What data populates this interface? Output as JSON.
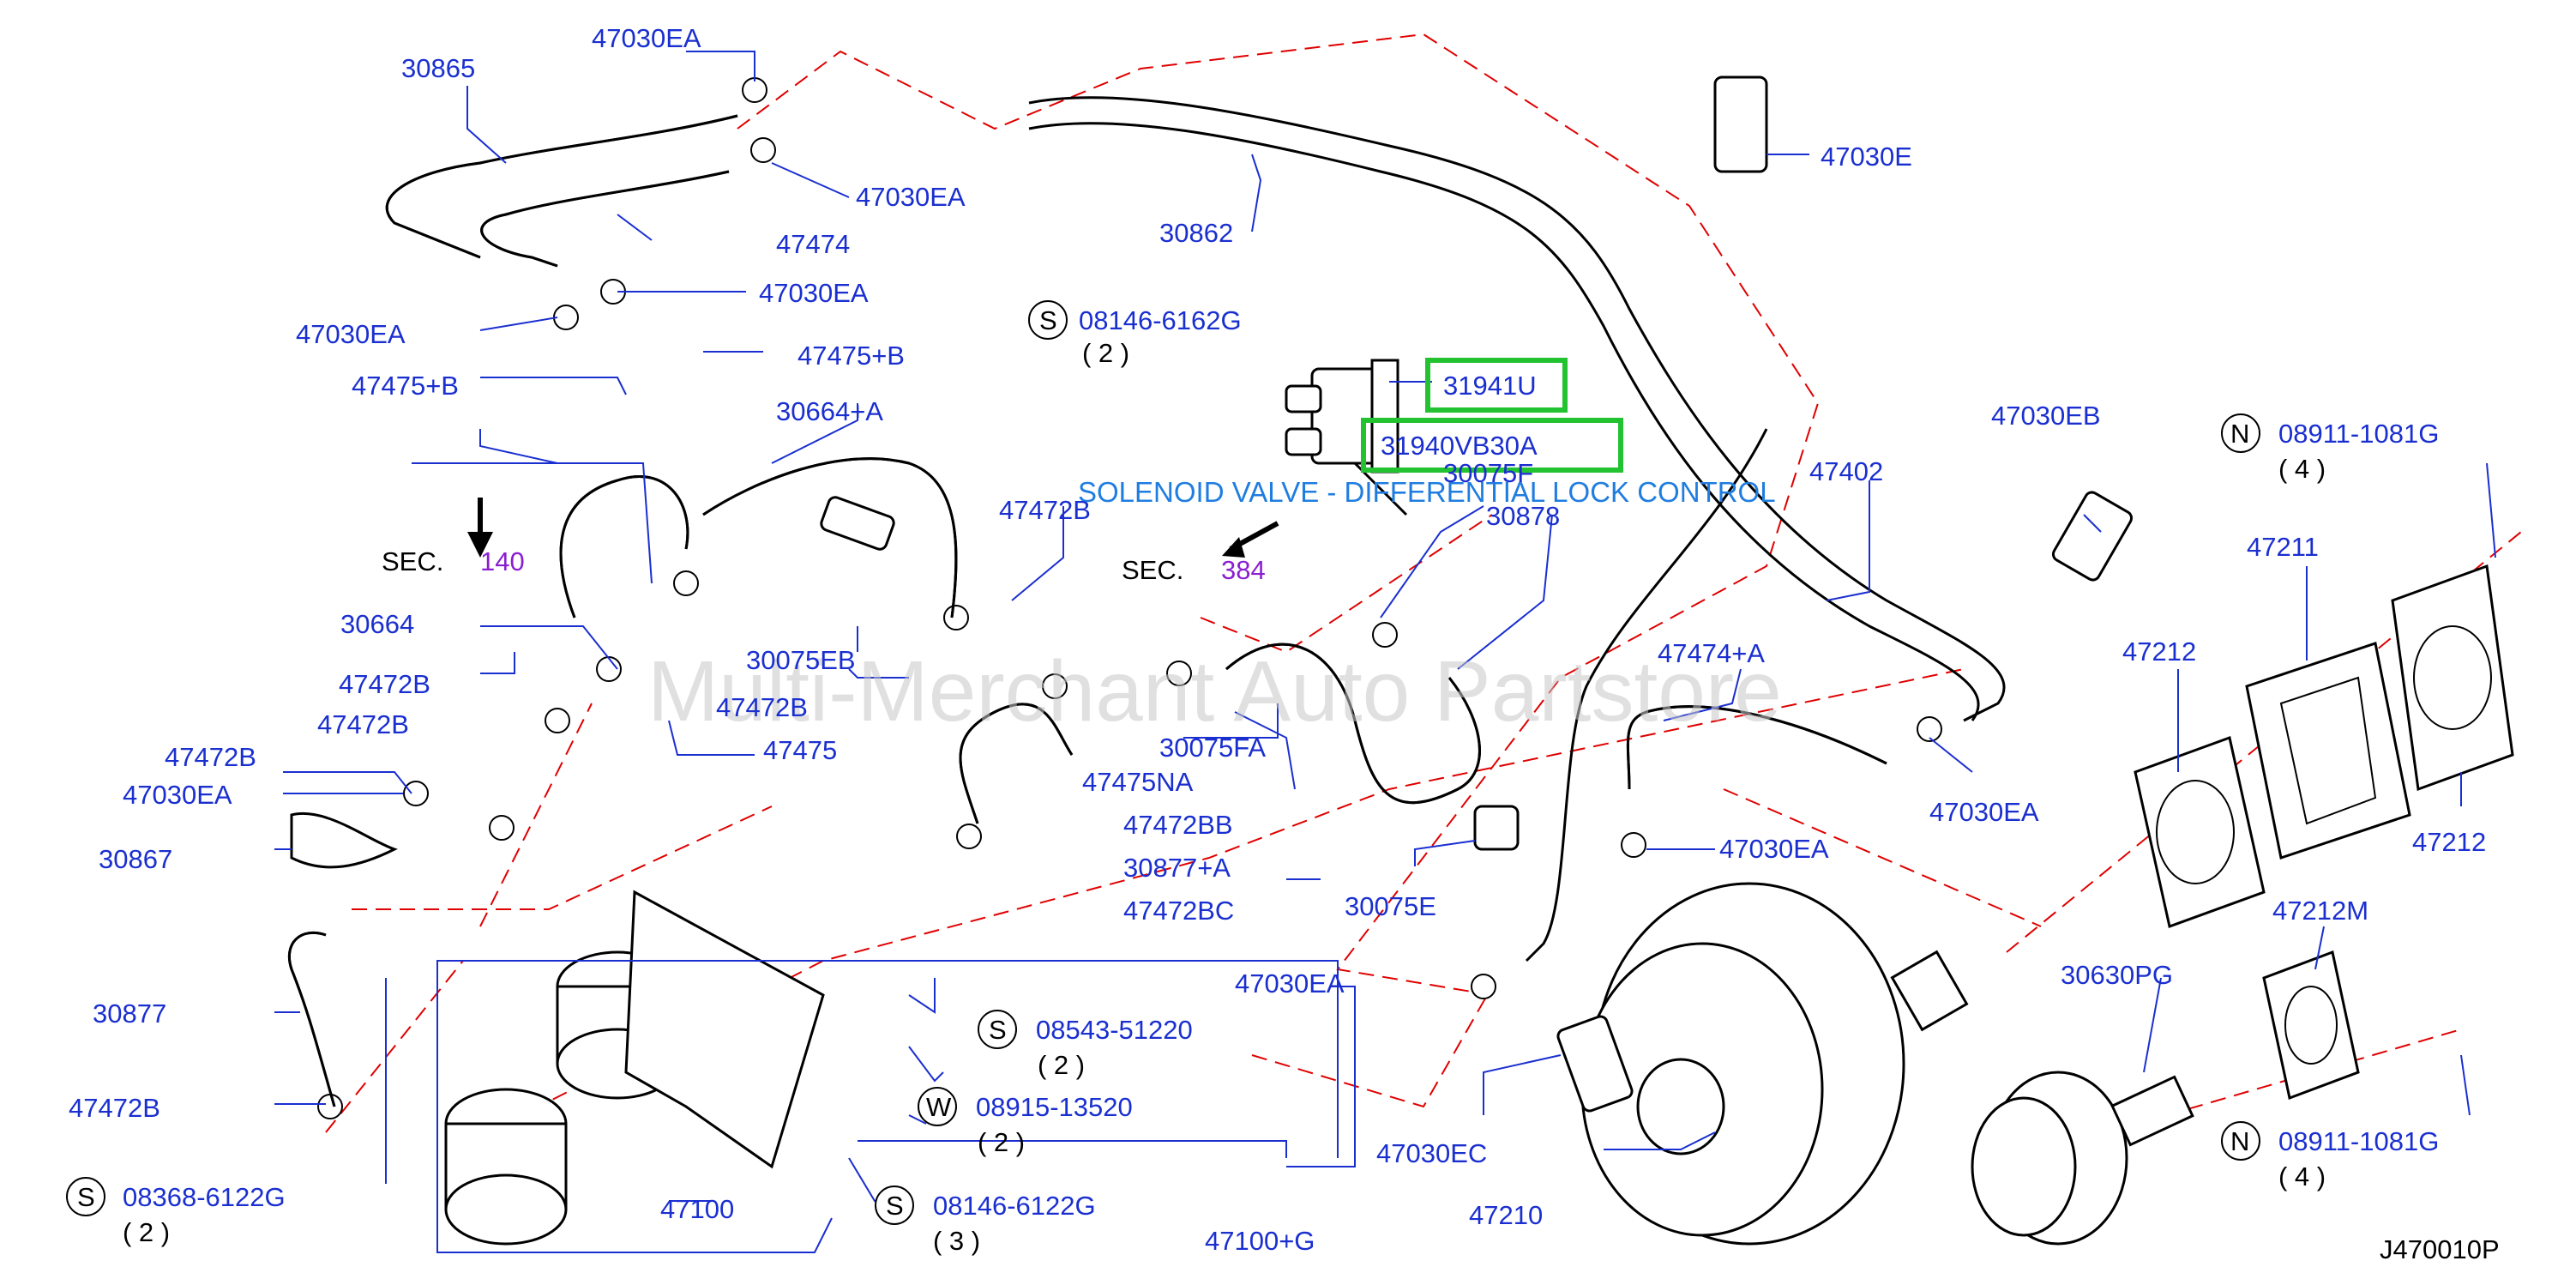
{
  "watermark": "Multi-Merchant Auto Partstore",
  "diagram_code": "J470010P",
  "highlight": {
    "part1": "31941U",
    "part2": "31940VB30A",
    "caption": "SOLENOID VALVE - DIFFERENTIAL LOCK CONTROL"
  },
  "sections": {
    "sec140_prefix": "SEC.",
    "sec140_num": "140",
    "sec384_prefix": "SEC.",
    "sec384_num": "384"
  },
  "labels": {
    "p30865": "30865",
    "p47030EA_1": "47030EA",
    "p47030EA_2": "47030EA",
    "p47474": "47474",
    "p47030EA_3": "47030EA",
    "p47030EA_4": "47030EA",
    "p47475B_1": "47475+B",
    "p47475B_2": "47475+B",
    "p30664A": "30664+A",
    "p30664": "30664",
    "p47472B_1": "47472B",
    "p47472B_2": "47472B",
    "p47472B_3": "47472B",
    "p47472B_4": "47472B",
    "p47472B_5": "47472B",
    "p47472B_6": "47472B",
    "p47030EA_5": "47030EA",
    "p30867": "30867",
    "p30877": "30877",
    "p47475": "47475",
    "p30075EB": "30075EB",
    "p30862": "30862",
    "p47030E": "47030E",
    "p30075F": "30075F",
    "p30878": "30878",
    "p30075FA": "30075FA",
    "p47475NA": "47475NA",
    "p47472BB": "47472BB",
    "p30877A": "30877+A",
    "p47472BC": "47472BC",
    "p30075E": "30075E",
    "p47030EB": "47030EB",
    "p47402": "47402",
    "p47474A": "47474+A",
    "p47030EA_6": "47030EA",
    "p47030EA_7": "47030EA",
    "p47030EA_8": "47030EA",
    "p47100": "47100",
    "p47100G": "47100+G",
    "p47030EC": "47030EC",
    "p47210": "47210",
    "p47211": "47211",
    "p47212_1": "47212",
    "p47212_2": "47212",
    "p47212M": "47212M",
    "p30630PG": "30630PG"
  },
  "fasteners": [
    {
      "sym": "S",
      "num": "08146-6162G",
      "qty": "( 2 )"
    },
    {
      "sym": "S",
      "num": "08543-51220",
      "qty": "( 2 )"
    },
    {
      "sym": "W",
      "num": "08915-13520",
      "qty": "( 2 )"
    },
    {
      "sym": "S",
      "num": "08146-6122G",
      "qty": "( 3 )"
    },
    {
      "sym": "S",
      "num": "08368-6122G",
      "qty": "( 2 )"
    },
    {
      "sym": "N",
      "num": "08911-1081G",
      "qty": "( 4 )"
    },
    {
      "sym": "N",
      "num": "08911-1081G",
      "qty": "( 4 )"
    }
  ]
}
